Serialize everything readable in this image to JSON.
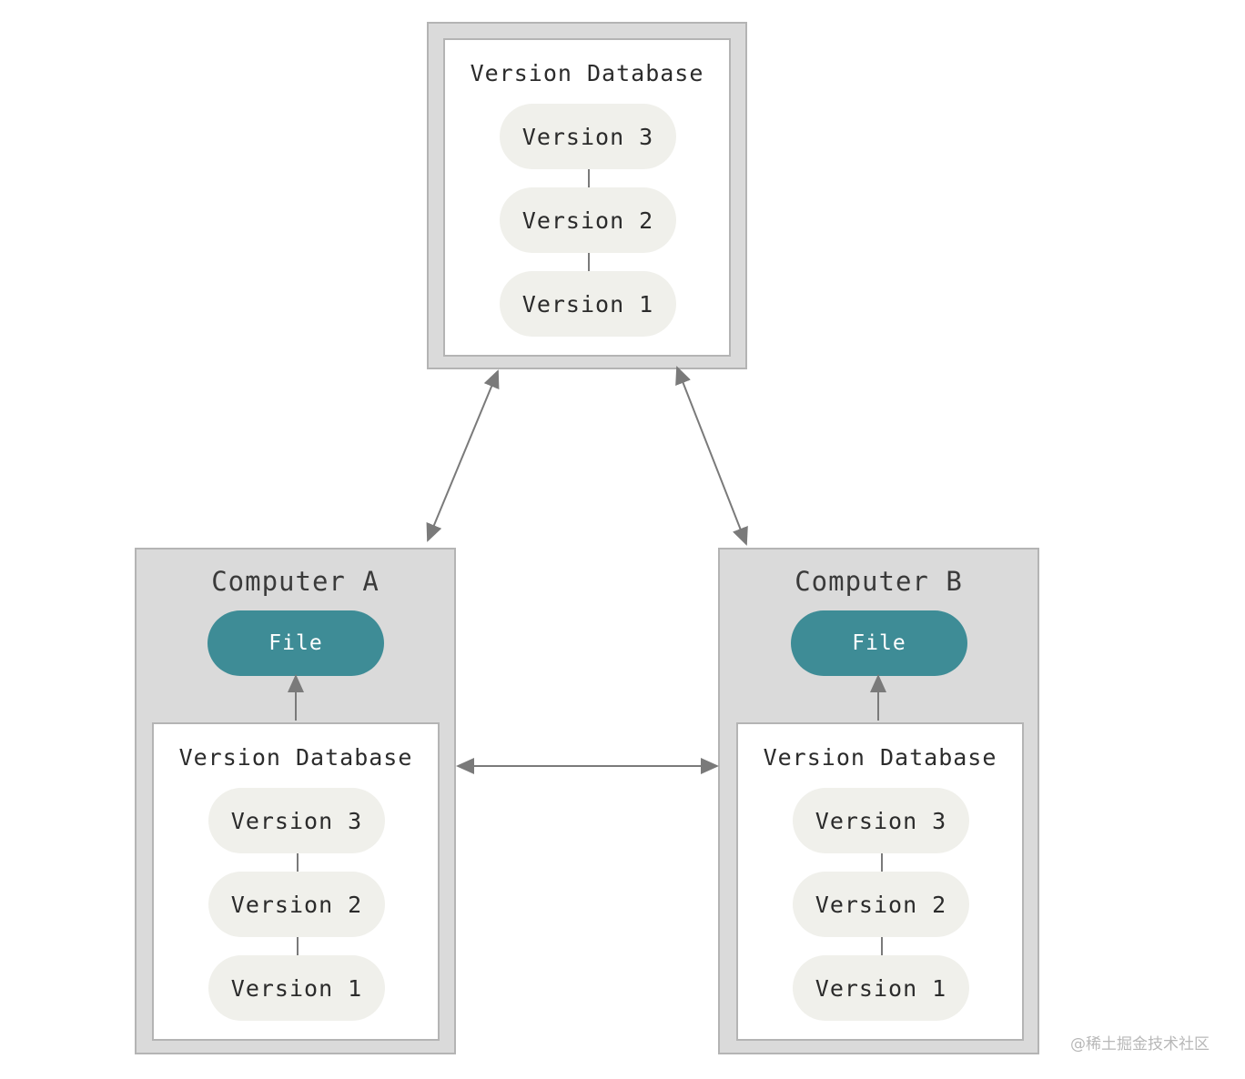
{
  "server": {
    "db_title": "Version Database",
    "versions": [
      "Version 3",
      "Version 2",
      "Version 1"
    ]
  },
  "computer_a": {
    "title": "Computer A",
    "file": "File",
    "db_title": "Version Database",
    "versions": [
      "Version 3",
      "Version 2",
      "Version 1"
    ]
  },
  "computer_b": {
    "title": "Computer B",
    "file": "File",
    "db_title": "Version Database",
    "versions": [
      "Version 3",
      "Version 2",
      "Version 1"
    ]
  },
  "watermark": "@稀土掘金技术社区",
  "colors": {
    "file_pill": "#3e8c96",
    "version_pill": "#f0f0eb",
    "panel": "#dadada",
    "arrow": "#7a7a7a"
  }
}
